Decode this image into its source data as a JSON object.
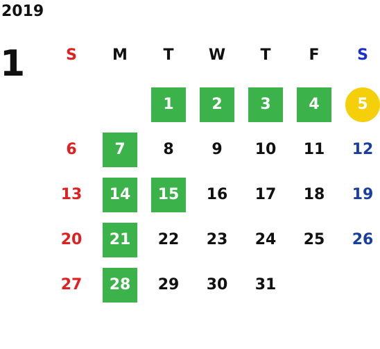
{
  "calendar": {
    "year": "2019",
    "month": "1",
    "weekdays": [
      {
        "label": "S",
        "color": "#e02020"
      },
      {
        "label": "M",
        "color": "#111111"
      },
      {
        "label": "T",
        "color": "#111111"
      },
      {
        "label": "W",
        "color": "#111111"
      },
      {
        "label": "T",
        "color": "#111111"
      },
      {
        "label": "F",
        "color": "#111111"
      },
      {
        "label": "S",
        "color": "#1a2fd0"
      }
    ],
    "first_weekday": 2,
    "days_in_month": 31,
    "highlighted_days": [
      "1",
      "2",
      "3",
      "4",
      "7",
      "14",
      "15",
      "21",
      "28"
    ],
    "today": "5",
    "colors": {
      "highlight": "#3cb34a",
      "today": "#f5cf0a",
      "sunday": "#e02020",
      "saturday": "#1a3ea0",
      "weekday": "#111111"
    }
  }
}
